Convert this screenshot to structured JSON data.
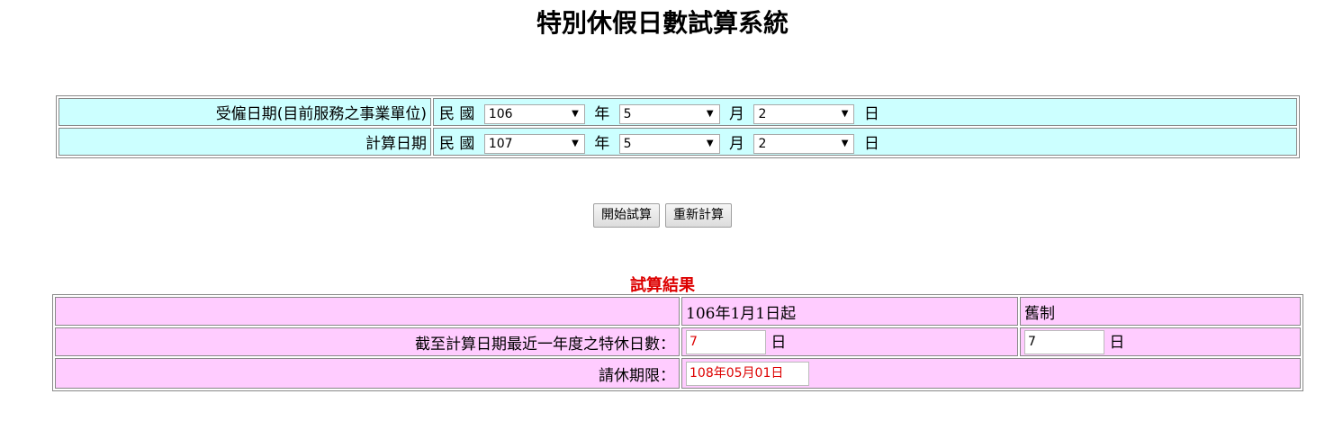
{
  "page_title": "特別休假日數試算系統",
  "hire_date": {
    "label": "受僱日期(目前服務之事業單位)",
    "era": "民 國",
    "year": "106",
    "year_unit": "年",
    "month": "5",
    "month_unit": "月",
    "day": "2",
    "day_unit": "日"
  },
  "calc_date": {
    "label": "計算日期",
    "era": "民 國",
    "year": "107",
    "year_unit": "年",
    "month": "5",
    "month_unit": "月",
    "day": "2",
    "day_unit": "日"
  },
  "buttons": {
    "start": "開始試算",
    "reset": "重新計算"
  },
  "result": {
    "title": "試算結果",
    "new_system_header": "106年1月1日起",
    "old_system_header": "舊制",
    "days_label": "截至計算日期最近一年度之特休日數：",
    "new_days": "7",
    "old_days": "7",
    "day_unit": "日",
    "deadline_label": "請休期限：",
    "deadline": "108年05月01日"
  },
  "colors": {
    "input_row_bg": "#ccffff",
    "result_row_bg": "#ffccff",
    "accent_red": "#dd0000"
  }
}
